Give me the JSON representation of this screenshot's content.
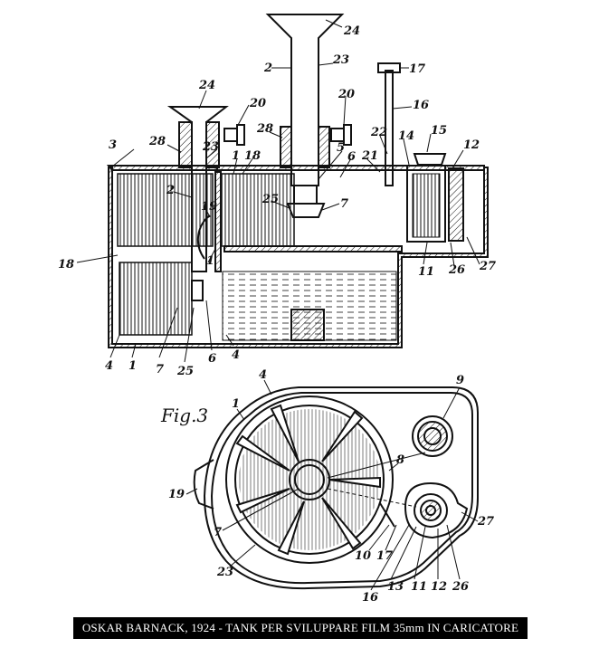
{
  "figure_label": "Fig.3",
  "caption": "OSKAR BARNACK, 1924 - TANK PER SVILUPPARE FILM 35mm IN CARICATORE",
  "section_view": {
    "labels": [
      "24",
      "2",
      "23",
      "17",
      "24",
      "20",
      "20",
      "16",
      "28",
      "28",
      "22",
      "15",
      "3",
      "23",
      "5",
      "14",
      "12",
      "1",
      "18",
      "6",
      "21",
      "25",
      "7",
      "2",
      "19",
      "18",
      "1",
      "27",
      "11",
      "26",
      "4",
      "1",
      "7",
      "25",
      "6",
      "4"
    ]
  },
  "plan_view": {
    "labels": [
      "4",
      "9",
      "1",
      "8",
      "19",
      "7",
      "27",
      "10",
      "17",
      "23",
      "13",
      "11",
      "12",
      "26",
      "16"
    ]
  },
  "colors": {
    "ink": "#111111",
    "caption_bg": "#000000",
    "caption_text": "#ffffff"
  }
}
